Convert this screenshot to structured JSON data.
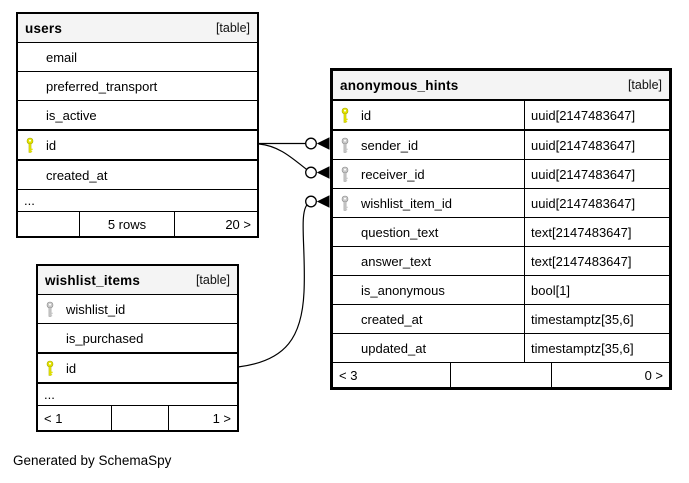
{
  "diagram": {
    "generator_note": "Generated by SchemaSpy",
    "colors": {
      "primary_key": "#e3e300",
      "foreign_key": "#c9c9c9",
      "header_bg": "#f4f4f4",
      "border": "#000000"
    }
  },
  "tables": {
    "users": {
      "title": "users",
      "badge": "[table]",
      "rows": [
        {
          "name": "email",
          "key": "none"
        },
        {
          "name": "preferred_transport",
          "key": "none"
        },
        {
          "name": "is_active",
          "key": "none"
        },
        {
          "name": "id",
          "key": "pk"
        },
        {
          "name": "created_at",
          "key": "none"
        },
        {
          "name": "...",
          "key": "none"
        }
      ],
      "footer": {
        "left": "",
        "center": "5 rows",
        "right": "20 >"
      }
    },
    "anonymous_hints": {
      "title": "anonymous_hints",
      "badge": "[table]",
      "rows": [
        {
          "name": "id",
          "type": "uuid[2147483647]",
          "key": "pk"
        },
        {
          "name": "sender_id",
          "type": "uuid[2147483647]",
          "key": "fk"
        },
        {
          "name": "receiver_id",
          "type": "uuid[2147483647]",
          "key": "fk"
        },
        {
          "name": "wishlist_item_id",
          "type": "uuid[2147483647]",
          "key": "fk"
        },
        {
          "name": "question_text",
          "type": "text[2147483647]",
          "key": "none"
        },
        {
          "name": "answer_text",
          "type": "text[2147483647]",
          "key": "none"
        },
        {
          "name": "is_anonymous",
          "type": "bool[1]",
          "key": "none"
        },
        {
          "name": "created_at",
          "type": "timestamptz[35,6]",
          "key": "none"
        },
        {
          "name": "updated_at",
          "type": "timestamptz[35,6]",
          "key": "none"
        }
      ],
      "footer": {
        "left": "< 3",
        "center": "",
        "right": "0 >"
      }
    },
    "wishlist_items": {
      "title": "wishlist_items",
      "badge": "[table]",
      "rows": [
        {
          "name": "wishlist_id",
          "key": "fk"
        },
        {
          "name": "is_purchased",
          "key": "none"
        },
        {
          "name": "id",
          "key": "pk"
        },
        {
          "name": "...",
          "key": "none"
        }
      ],
      "footer": {
        "left": "< 1",
        "center": "",
        "right": "1 >"
      }
    }
  },
  "relationships": [
    {
      "from": "users.id",
      "to": "anonymous_hints.sender_id"
    },
    {
      "from": "users.id",
      "to": "anonymous_hints.receiver_id"
    },
    {
      "from": "wishlist_items.id",
      "to": "anonymous_hints.wishlist_item_id"
    }
  ]
}
